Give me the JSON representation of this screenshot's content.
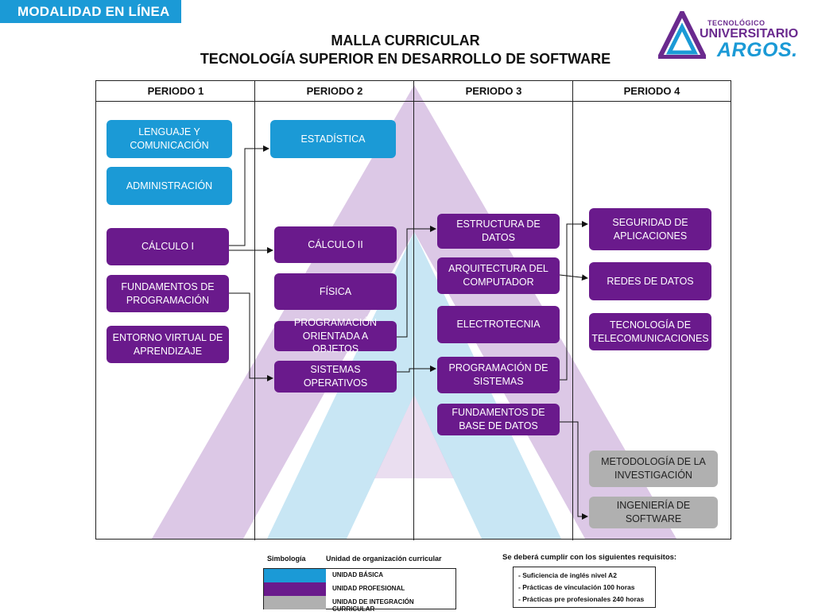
{
  "header": {
    "badge": "MODALIDAD EN LÍNEA",
    "title_line1": "MALLA CURRICULAR",
    "title_line2": "TECNOLOGÍA SUPERIOR EN DESARROLLO DE SOFTWARE"
  },
  "logo": {
    "small": "TECNOLÓGICO",
    "mid": "UNIVERSITARIO",
    "big": "ARGOS."
  },
  "periods": [
    "PERIODO 1",
    "PERIODO 2",
    "PERIODO 3",
    "PERIODO 4"
  ],
  "courses": {
    "p1_lenguaje": "LENGUAJE Y COMUNICACIÓN",
    "p1_administracion": "ADMINISTRACIÓN",
    "p1_calculo1": "CÁLCULO I",
    "p1_fundamentos_prog": "FUNDAMENTOS DE PROGRAMACIÓN",
    "p1_entorno": "ENTORNO VIRTUAL DE APRENDIZAJE",
    "p2_estadistica": "ESTADÍSTICA",
    "p2_calculo2": "CÁLCULO II",
    "p2_fisica": "FÍSICA",
    "p2_poo": "PROGRAMACIÓN ORIENTADA A OBJETOS",
    "p2_sistemas_op": "SISTEMAS OPERATIVOS",
    "p3_estructura": "ESTRUCTURA DE DATOS",
    "p3_arquitectura": "ARQUITECTURA DEL COMPUTADOR",
    "p3_electrotecnia": "ELECTROTECNIA",
    "p3_prog_sistemas": "PROGRAMACIÓN DE SISTEMAS",
    "p3_fund_bd": "FUNDAMENTOS DE BASE DE DATOS",
    "p4_seguridad": "SEGURIDAD DE APLICACIONES",
    "p4_redes": "REDES DE DATOS",
    "p4_telecom": "TECNOLOGÍA DE TELECOMUNICACIONES",
    "p4_metodologia": "METODOLOGÍA DE LA INVESTIGACIÓN",
    "p4_ingenieria": "INGENIERÍA DE SOFTWARE"
  },
  "legend": {
    "title_a": "Simbología",
    "title_b": "Unidad de organización  curricular",
    "items": [
      {
        "label": "UNIDAD BÁSICA",
        "color": "#1b9ad6"
      },
      {
        "label": "UNIDAD PROFESIONAL",
        "color": "#6a1a8c"
      },
      {
        "label": "UNIDAD DE INTEGRACIÓN CURRICULAR",
        "color": "#b0b0b0"
      }
    ]
  },
  "requirements": {
    "title": "Se deberá cumplir con los siguientes requisitos:",
    "items": [
      "- Suficiencia de inglés nivel A2",
      "- Prácticas de vinculación 100 horas",
      "- Prácticas pre profesionales 240 horas"
    ]
  },
  "colors": {
    "basic": "#1b9ad6",
    "professional": "#6a1a8c",
    "integration": "#b0b0b0",
    "watermark_purple": "#dcc8e6",
    "watermark_blue": "#c8e6f4"
  }
}
